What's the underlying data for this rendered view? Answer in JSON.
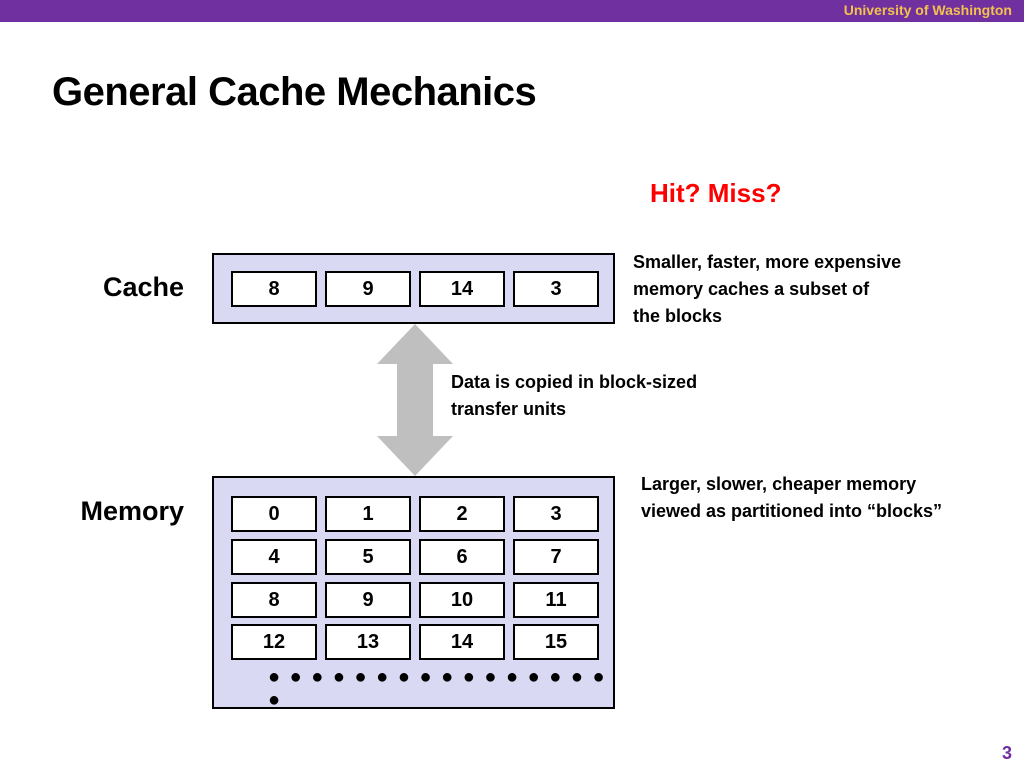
{
  "header": {
    "institution": "University of Washington"
  },
  "slide": {
    "title": "General Cache Mechanics",
    "question": "Hit?  Miss?",
    "page_number": "3"
  },
  "cache": {
    "label": "Cache",
    "blocks": [
      "8",
      "9",
      "14",
      "3"
    ],
    "description_lines": [
      "Smaller, faster, more expensive",
      "memory caches a subset of",
      "the blocks"
    ]
  },
  "transfer": {
    "description_lines": [
      "Data is copied in block-sized",
      "transfer units"
    ]
  },
  "memory": {
    "label": "Memory",
    "rows": [
      [
        "0",
        "1",
        "2",
        "3"
      ],
      [
        "4",
        "5",
        "6",
        "7"
      ],
      [
        "8",
        "9",
        "10",
        "11"
      ],
      [
        "12",
        "13",
        "14",
        "15"
      ]
    ],
    "ellipsis": "● ● ● ● ● ● ● ● ● ● ● ● ● ● ● ● ●",
    "description_lines": [
      "Larger, slower, cheaper memory",
      "viewed as partitioned into “blocks”"
    ]
  },
  "colors": {
    "header_bar": "#7030a0",
    "institution_text": "#f2c14e",
    "question_text": "#ff0000",
    "panel_fill": "#d9d9f3",
    "arrow_fill": "#bfbfbf"
  }
}
